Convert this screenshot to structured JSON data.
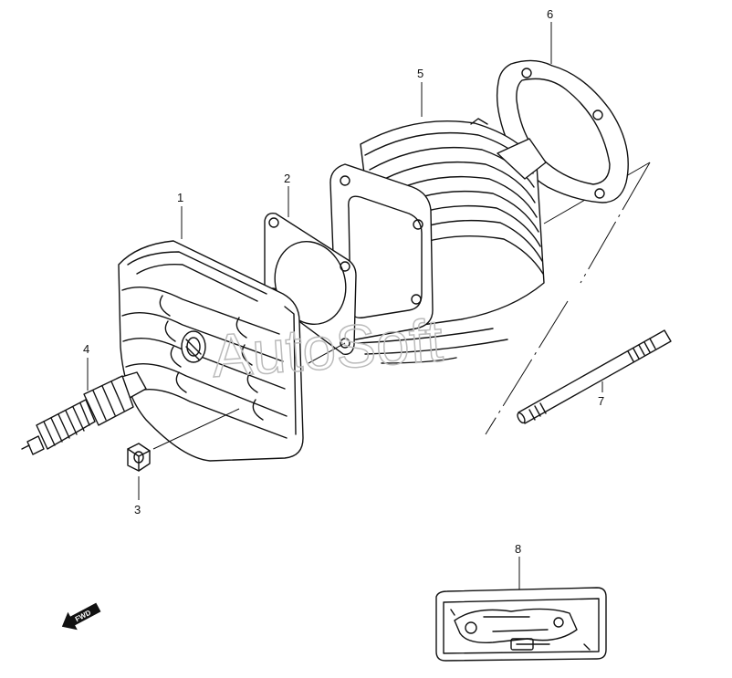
{
  "callouts": [
    {
      "id": "1",
      "label": "1"
    },
    {
      "id": "2",
      "label": "2"
    },
    {
      "id": "3",
      "label": "3"
    },
    {
      "id": "4",
      "label": "4"
    },
    {
      "id": "5",
      "label": "5"
    },
    {
      "id": "6",
      "label": "6"
    },
    {
      "id": "7",
      "label": "7"
    },
    {
      "id": "8",
      "label": "8"
    }
  ],
  "watermark": "AutoSoft",
  "direction_label": "FWD"
}
